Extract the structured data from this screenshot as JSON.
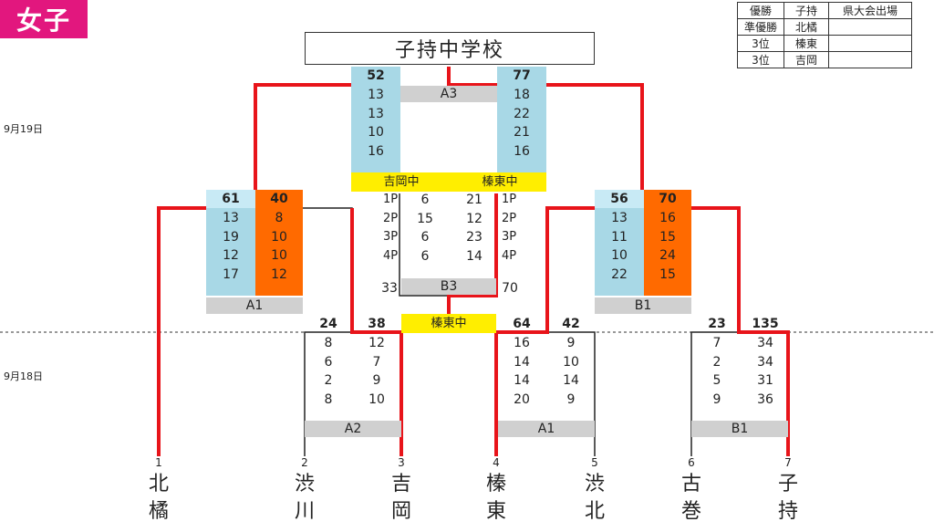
{
  "tag": "女子",
  "results_table": [
    [
      "優勝",
      "子持",
      "県大会出場"
    ],
    [
      "準優勝",
      "北橘",
      ""
    ],
    [
      "3位",
      "榛東",
      ""
    ],
    [
      "3位",
      "吉岡",
      ""
    ]
  ],
  "champion": "子持中学校",
  "dates": {
    "day2": "9月19日",
    "day1": "9月18日"
  },
  "colors": {
    "red": "#e8141a",
    "lightblue": "#a8d8e6",
    "orange": "#ff6a00",
    "yellow": "#ffee00",
    "gray": "#d0d0d0",
    "pink": "#e2177e"
  },
  "teams": [
    {
      "num": "1",
      "line1": "北",
      "line2": "橘"
    },
    {
      "num": "2",
      "line1": "渋",
      "line2": "川"
    },
    {
      "num": "3",
      "line1": "吉",
      "line2": "岡"
    },
    {
      "num": "4",
      "line1": "榛",
      "line2": "東"
    },
    {
      "num": "5",
      "line1": "渋",
      "line2": "北"
    },
    {
      "num": "6",
      "line1": "古",
      "line2": "巻"
    },
    {
      "num": "7",
      "line1": "子",
      "line2": "持"
    }
  ],
  "games": {
    "A2": {
      "label": "A2",
      "left_total": "24",
      "right_total": "38",
      "left": [
        "8",
        "6",
        "2",
        "8"
      ],
      "right": [
        "12",
        "7",
        "9",
        "10"
      ]
    },
    "A1_r1": {
      "label": "A1",
      "left_total": "64",
      "right_total": "42",
      "left": [
        "16",
        "14",
        "14",
        "20"
      ],
      "right": [
        "9",
        "10",
        "14",
        "9"
      ]
    },
    "B1_r1": {
      "label": "B1",
      "left_total": "23",
      "right_total": "135",
      "left": [
        "7",
        "2",
        "5",
        "9"
      ],
      "right": [
        "34",
        "34",
        "31",
        "36"
      ]
    },
    "A1_r2": {
      "label": "A1",
      "left_total": "61",
      "right_total": "40",
      "left": [
        "13",
        "19",
        "12",
        "17"
      ],
      "right": [
        "8",
        "10",
        "10",
        "12"
      ]
    },
    "B1_r2": {
      "label": "B1",
      "left_total": "56",
      "right_total": "70",
      "left": [
        "13",
        "11",
        "10",
        "22"
      ],
      "right": [
        "16",
        "15",
        "24",
        "15"
      ]
    },
    "B3": {
      "label": "B3",
      "team_left": "吉岡中",
      "team_right": "榛東中",
      "left_total": "33",
      "right_total": "70",
      "periods": [
        "1P",
        "2P",
        "3P",
        "4P"
      ],
      "left": [
        "6",
        "15",
        "6",
        "6"
      ],
      "right": [
        "21",
        "12",
        "23",
        "14"
      ],
      "winner": "榛東中"
    },
    "A3": {
      "label": "A3",
      "left_total": "52",
      "right_total": "77",
      "left": [
        "13",
        "13",
        "10",
        "16"
      ],
      "right": [
        "18",
        "22",
        "21",
        "16"
      ]
    }
  }
}
